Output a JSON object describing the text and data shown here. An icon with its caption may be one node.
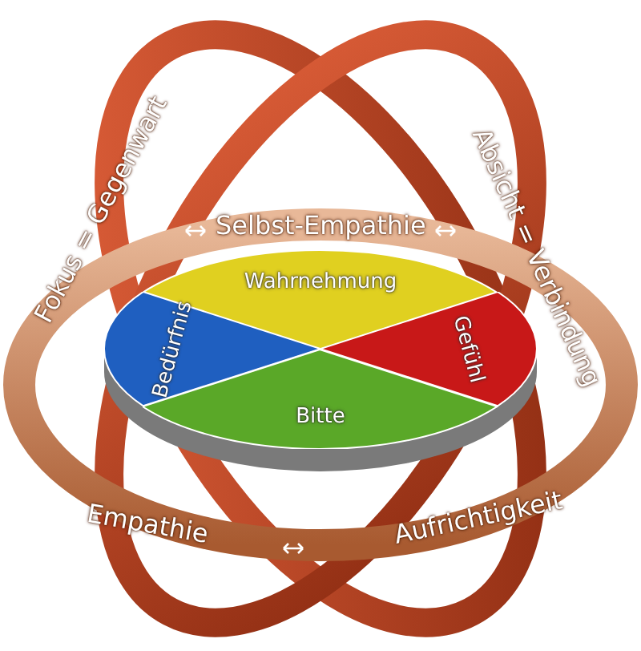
{
  "diagram": {
    "nodes": [
      {
        "text": [
          "Wahrnehmung"
        ]
      },
      {
        "text": [
          "Gefühl"
        ]
      },
      {
        "text": [
          "Bedürfnis"
        ]
      },
      {
        "text": [
          "Bitte"
        ]
      }
    ],
    "labels": [
      "Fokus = Gegenwart",
      "Absicht = Verbindung",
      "Selbst-Empathie",
      "Empathie",
      "Aufrichtigkeit"
    ]
  }
}
